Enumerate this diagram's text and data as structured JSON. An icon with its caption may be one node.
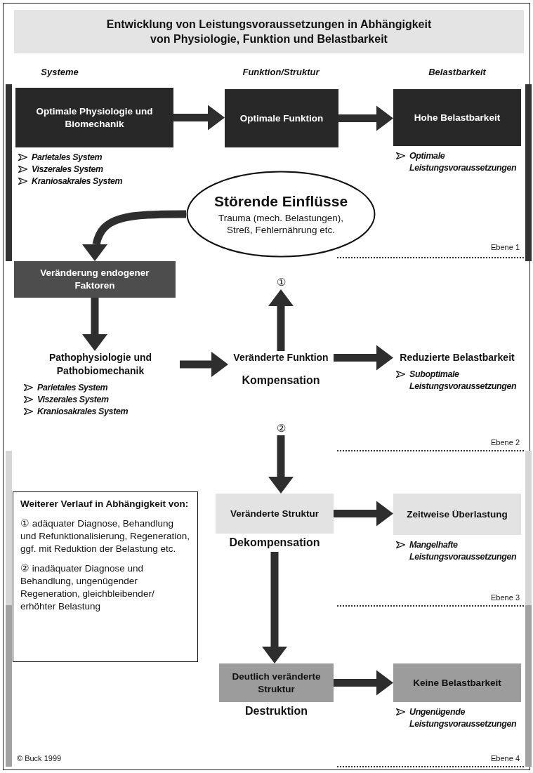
{
  "diagram": {
    "title": "Entwicklung von Leistungsvoraussetzungen in Abhängigkeit von Physiologie, Funktion und Belastbarkeit",
    "nodes": [
      {
        "text": [
          "Optimale Physiologie und Biomechanik"
        ],
        "beside": [
          "Parietales System",
          "Viszerales System",
          "Kraniosakrales System"
        ]
      },
      {
        "text": [
          "Optimale Funktion"
        ]
      },
      {
        "text": [
          "Hohe Belastbarkeit"
        ],
        "beside": [
          "Optimale Leistungsvoraussetzungen"
        ]
      },
      {
        "text": [
          "Störende Einflüsse",
          "Trauma (mech. Belastungen), Streß, Fehlernährung etc."
        ]
      },
      {
        "text": [
          "Veränderung endogener Faktoren"
        ]
      },
      {
        "text": [
          "①"
        ]
      },
      {
        "text": [
          "Pathophysiologie und Pathobiomechanik"
        ],
        "beside": [
          "Parietales System",
          "Viszerales System",
          "Kraniosakrales System"
        ]
      },
      {
        "text": [
          "Veränderte Funktion"
        ],
        "beside": [
          "Kompensation"
        ]
      },
      {
        "text": [
          "Reduzierte Belastbarkeit"
        ],
        "beside": [
          "Suboptimale Leistungsvoraussetzungen"
        ]
      },
      {
        "text": [
          "②"
        ]
      },
      {
        "text": [
          "Weiterer Verlauf in Abhängigkeit von:",
          "① adäquater Diagnose, Behandlung und Refunktionalisierung, Regeneration, ggf. mit Reduktion der Belastung etc.",
          "② inadäquater Diagnose und Behandlung, ungenügender Regeneration, gleichbleibender/ erhöhter Belastung"
        ]
      },
      {
        "text": [
          "Veränderte Struktur"
        ],
        "beside": [
          "Dekompensation"
        ]
      },
      {
        "text": [
          "Zeitweise Überlastung"
        ],
        "beside": [
          "Mangelhafte Leistungsvoraussetzungen"
        ]
      },
      {
        "text": [
          "Deutlich veränderte Struktur"
        ],
        "beside": [
          "Destruktion"
        ]
      },
      {
        "text": [
          "Keine Belastbarkeit"
        ],
        "beside": [
          "Ungenügende Leistungsvoraussetzungen"
        ]
      }
    ],
    "edges": [
      {
        "from": 0,
        "to": 1,
        "arrow": "to"
      },
      {
        "from": 1,
        "to": 2,
        "arrow": "to"
      },
      {
        "from": 3,
        "to": 4,
        "arrow": "to"
      },
      {
        "from": 4,
        "to": 6,
        "arrow": "to"
      },
      {
        "from": 6,
        "to": 7,
        "arrow": "to"
      },
      {
        "from": 7,
        "to": 8,
        "arrow": "to"
      },
      {
        "from": 7,
        "to": 5,
        "arrow": "to"
      },
      {
        "from": 9,
        "to": 11,
        "arrow": "to"
      },
      {
        "from": 11,
        "to": 12,
        "arrow": "to"
      },
      {
        "from": 11,
        "to": 13,
        "arrow": "to"
      },
      {
        "from": 13,
        "to": 14,
        "arrow": "to"
      }
    ],
    "labels": [
      "Systeme",
      "Funktion/Struktur",
      "Belastbarkeit",
      "Ebene 1",
      "Ebene 2",
      "Ebene 3",
      "© Buck 1999",
      "Ebene 4"
    ]
  }
}
